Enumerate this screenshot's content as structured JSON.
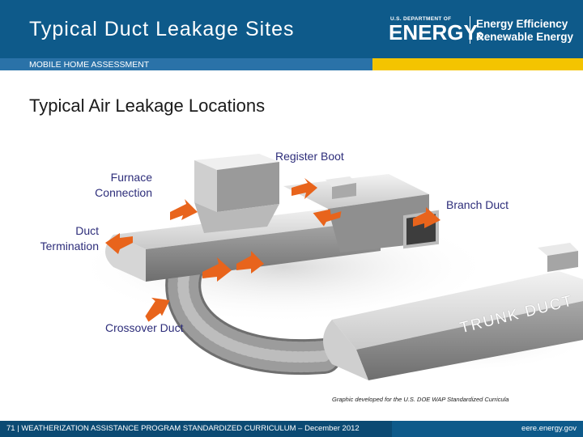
{
  "header": {
    "title": "Typical Duct Leakage Sites",
    "logo_department": "U.S. DEPARTMENT OF",
    "logo_energy": "ENERGY",
    "logo_eere_line1": "Energy Efficiency &",
    "logo_eere_line2": "Renewable Energy"
  },
  "subbar": {
    "label": "MOBILE HOME ASSESSMENT"
  },
  "slide": {
    "heading": "Typical Air Leakage Locations"
  },
  "diagram": {
    "labels": {
      "register_boot": "Register Boot",
      "furnace_line1": "Furnace",
      "furnace_line2": "Connection",
      "branch_duct": "Branch Duct",
      "duct_termination_line1": "Duct",
      "duct_termination_line2": "Termination",
      "crossover_duct": "Crossover Duct",
      "trunk_duct": "TRUNK DUCT"
    },
    "arrow_color": "#e8641c"
  },
  "credit": "Graphic developed for the U.S. DOE WAP Standardized Curricula",
  "footer": {
    "text": "71 | WEATHERIZATION ASSISTANCE PROGRAM STANDARDIZED CURRICULUM – December 2012",
    "url": "eere.energy.gov"
  }
}
